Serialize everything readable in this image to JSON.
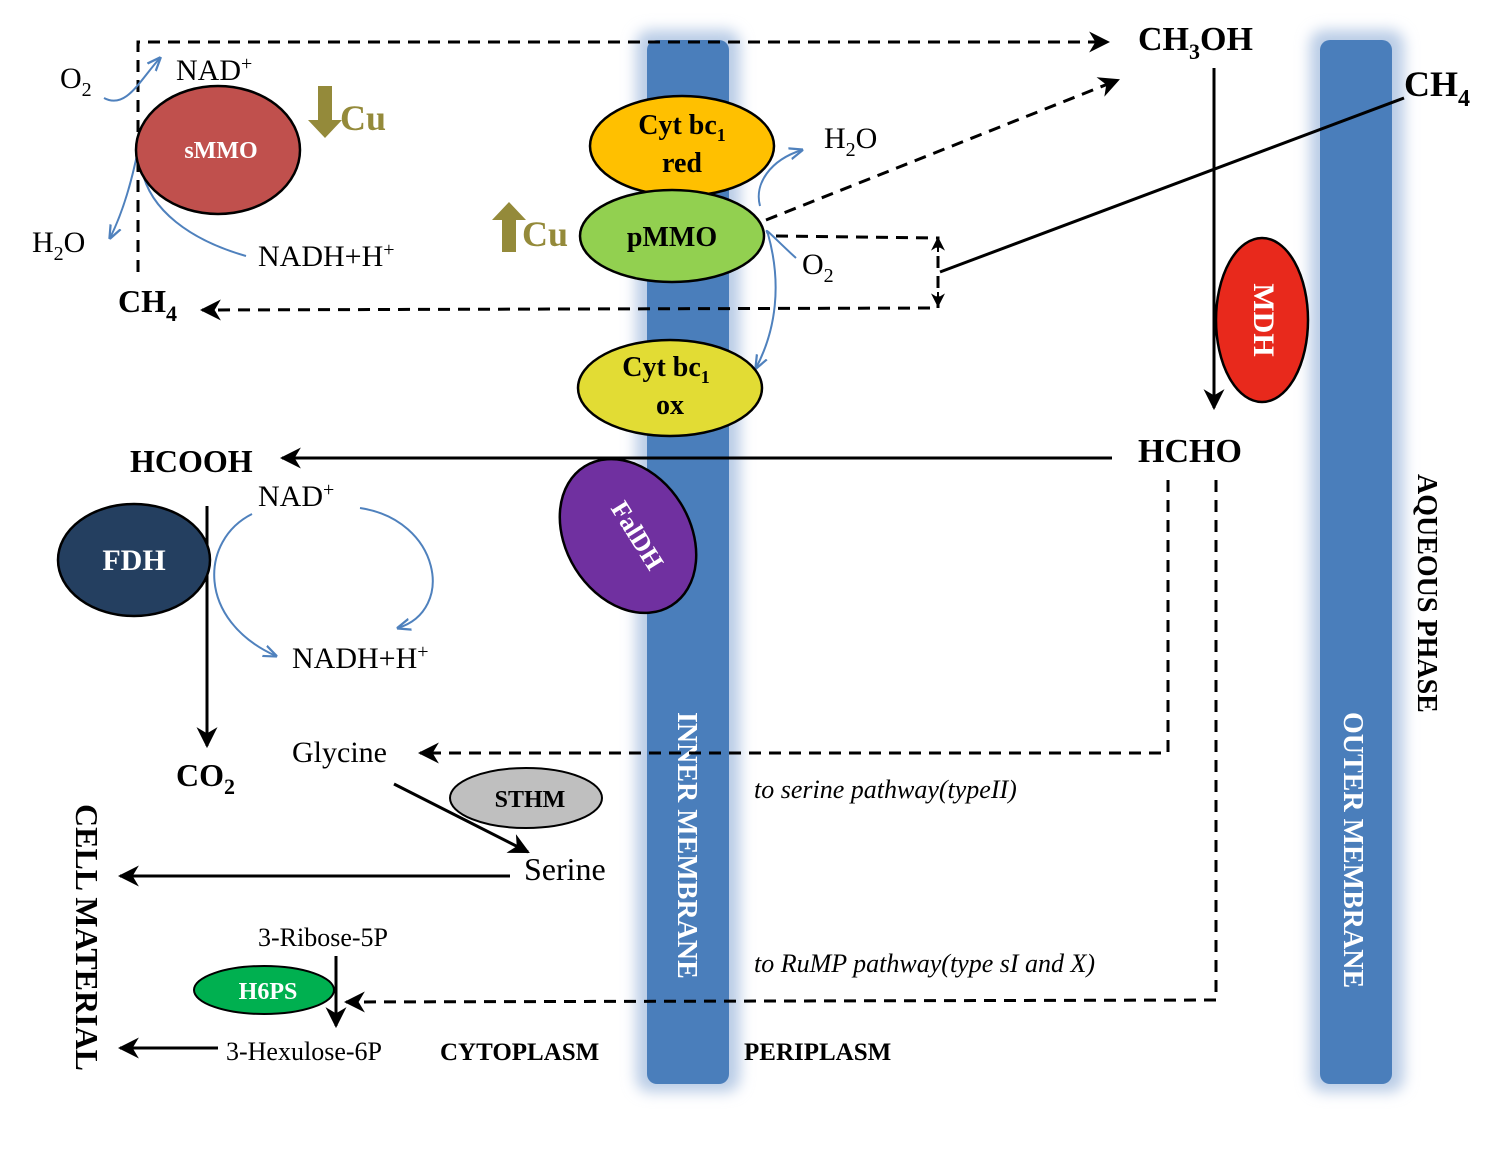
{
  "colors": {
    "membrane": "#4a7ebb",
    "membrane_glow": "#b9cce6",
    "smmo": "#c0504d",
    "cytbc1_red": "#ffc000",
    "pmmo": "#92d050",
    "cytbc1_ox": "#e2dc34",
    "faldh": "#7030a0",
    "fdh": "#243f60",
    "mdh": "#e8291c",
    "sthm": "#bfbfbf",
    "h6ps": "#00b050",
    "copper": "#948a3a",
    "blue_arrow": "#4f81bd"
  },
  "membranes": {
    "inner": "INNER MEMBRANE",
    "outer": "OUTER MEMBRANE"
  },
  "regions": {
    "aqueous": "AQUEOUS PHASE",
    "cell_material": "CELL MATERIAL",
    "cytoplasm": "CYTOPLASM",
    "periplasm": "PERIPLASM"
  },
  "enzymes": {
    "smmo": "sMMO",
    "cyt_red_1": "Cyt bc",
    "cyt_red_sub": "1",
    "cyt_red_2": "red",
    "pmmo": "pMMO",
    "cyt_ox_1": "Cyt bc",
    "cyt_ox_sub": "1",
    "cyt_ox_2": "ox",
    "faldh": "FalDH",
    "fdh": "FDH",
    "mdh": "MDH",
    "sthm": "STHM",
    "h6ps": "H6PS"
  },
  "copper": {
    "down_label": "Cu",
    "up_label": "Cu"
  },
  "metabolites": {
    "ch3oh_a": "CH",
    "ch3oh_sub": "3",
    "ch3oh_b": "OH",
    "ch4_right": "CH",
    "ch4_right_sub": "4",
    "ch4_left": "CH",
    "ch4_left_sub": "4",
    "hcho": "HCHO",
    "hcooh": "HCOOH",
    "co2": "CO",
    "co2_sub": "2",
    "glycine": "Glycine",
    "serine": "Serine",
    "ribose": "3-Ribose-5P",
    "hexulose": "3-Hexulose-6P"
  },
  "cofactors": {
    "o2_smmo": "O",
    "o2_smmo_sub": "2",
    "nad_smmo": "NAD",
    "nad_smmo_sup": "+",
    "h2o_smmo_a": "H",
    "h2o_smmo_sub": "2",
    "h2o_smmo_b": "O",
    "nadh_smmo": "NADH+H",
    "nadh_smmo_sup": "+",
    "h2o_pmmo_a": "H",
    "h2o_pmmo_sub": "2",
    "h2o_pmmo_b": "O",
    "o2_pmmo": "O",
    "o2_pmmo_sub": "2",
    "nad_fdh": "NAD",
    "nad_fdh_sup": "+",
    "nadh_fdh": "NADH+H",
    "nadh_fdh_sup": "+"
  },
  "pathways": {
    "serine": "to serine pathway(typeII)",
    "rump": "to RuMP pathway(type sI and X)"
  }
}
